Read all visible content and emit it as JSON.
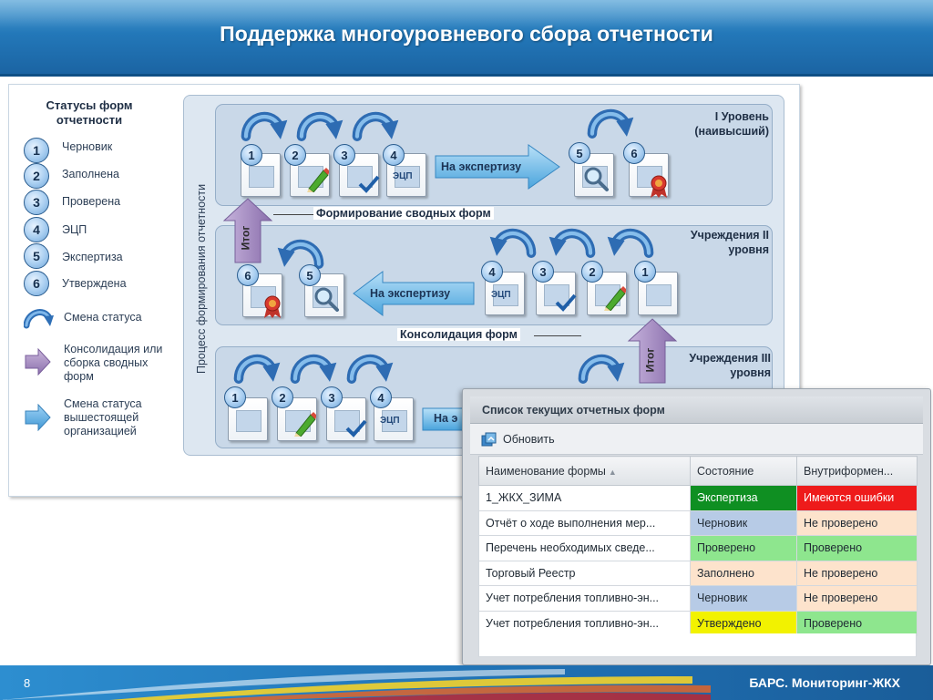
{
  "header": {
    "title": "Поддержка многоуровневого сбора отчетности"
  },
  "legend": {
    "title": "Статусы форм отчетности",
    "statuses": [
      {
        "num": "1",
        "label": "Черновик"
      },
      {
        "num": "2",
        "label": "Заполнена"
      },
      {
        "num": "3",
        "label": "Проверена"
      },
      {
        "num": "4",
        "label": "ЭЦП"
      },
      {
        "num": "5",
        "label": "Экспертиза"
      },
      {
        "num": "6",
        "label": "Утверждена"
      }
    ],
    "status_change": "Смена статуса",
    "consolidation": "Консолидация или сборка сводных форм",
    "higher_org_change": "Смена статуса вышестоящей организацией"
  },
  "process": {
    "side_label": "Процесс формирования отчетности",
    "level1_title": "I Уровень (наивысший)",
    "level2_title": "Учреждения II уровня",
    "level3_title": "Учреждения III уровня",
    "to_expertise": "На экспертизу",
    "to_expertise_partial": "На э",
    "total": "Итог",
    "ecp": "ЭЦП",
    "summary_forms": "Формирование сводных форм",
    "consolidation_forms": "Консолидация форм",
    "nums": [
      "1",
      "2",
      "3",
      "4",
      "5",
      "6"
    ]
  },
  "window": {
    "title": "Список текущих отчетных форм",
    "refresh": "Обновить",
    "columns": [
      "Наименование формы",
      "Состояние",
      "Внутриформен..."
    ],
    "rows": [
      {
        "name": "1_ЖКХ_ЗИМА",
        "state": "Экспертиза",
        "check": "Имеются ошибки",
        "state_color": "#0f8f22",
        "state_text": "#ffffff",
        "check_color": "#ee1b1b",
        "check_text": "#ffffff"
      },
      {
        "name": "Отчёт о ходе выполнения мер...",
        "state": "Черновик",
        "check": "Не проверено",
        "state_color": "#b7cbe6",
        "state_text": "#1f2933",
        "check_color": "#fde3cc",
        "check_text": "#1f2933"
      },
      {
        "name": "Перечень необходимых сведе...",
        "state": "Проверено",
        "check": "Проверено",
        "state_color": "#8ee68e",
        "state_text": "#1f2933",
        "check_color": "#8ee68e",
        "check_text": "#1f2933"
      },
      {
        "name": "Торговый Реестр",
        "state": "Заполнено",
        "check": "Не проверено",
        "state_color": "#fde3cc",
        "state_text": "#1f2933",
        "check_color": "#fde3cc",
        "check_text": "#1f2933"
      },
      {
        "name": "Учет потребления топливно-эн...",
        "state": "Черновик",
        "check": "Не проверено",
        "state_color": "#b7cbe6",
        "state_text": "#1f2933",
        "check_color": "#fde3cc",
        "check_text": "#1f2933"
      },
      {
        "name": "Учет потребления топливно-эн...",
        "state": "Утверждено",
        "check": "Проверено",
        "state_color": "#f2f200",
        "state_text": "#1f2933",
        "check_color": "#8ee68e",
        "check_text": "#1f2933"
      }
    ]
  },
  "footer": {
    "page": "8",
    "brand": "БАРС. Мониторинг-ЖКХ"
  }
}
